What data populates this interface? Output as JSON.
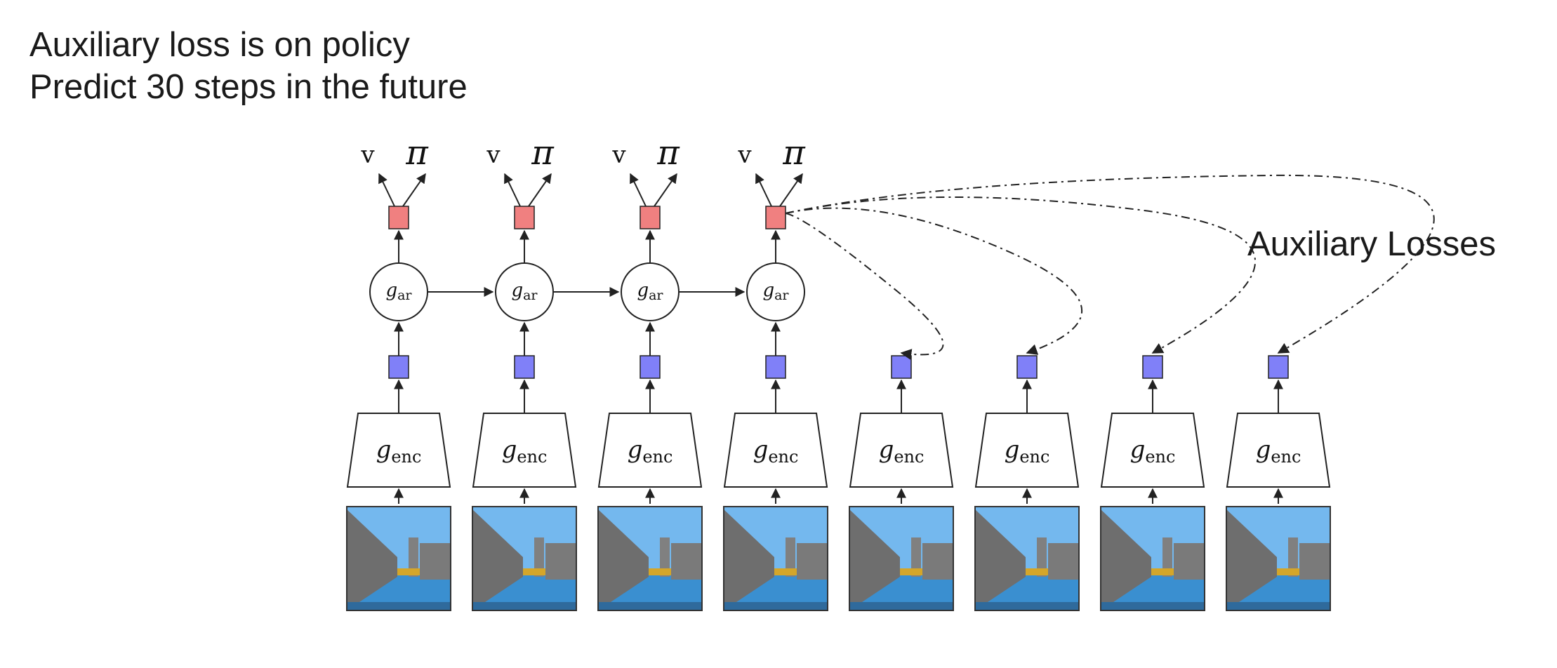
{
  "header": {
    "line1": "Auxiliary loss is on policy",
    "line2": "Predict 30 steps in the future"
  },
  "aux_label": "Auxiliary Losses",
  "symbols": {
    "value": "v",
    "policy": "π",
    "encoder": "g",
    "encoder_sub": "enc",
    "ar": "g",
    "ar_sub": "ar"
  },
  "timesteps_total": 8,
  "context_steps": 4,
  "colors": {
    "policy_box": "#f08080",
    "latent_box": "#8080f8",
    "stroke": "#222222",
    "sky": "#74b8ee",
    "floor": "#3a8fd0",
    "wall": "#6e6e6e"
  }
}
